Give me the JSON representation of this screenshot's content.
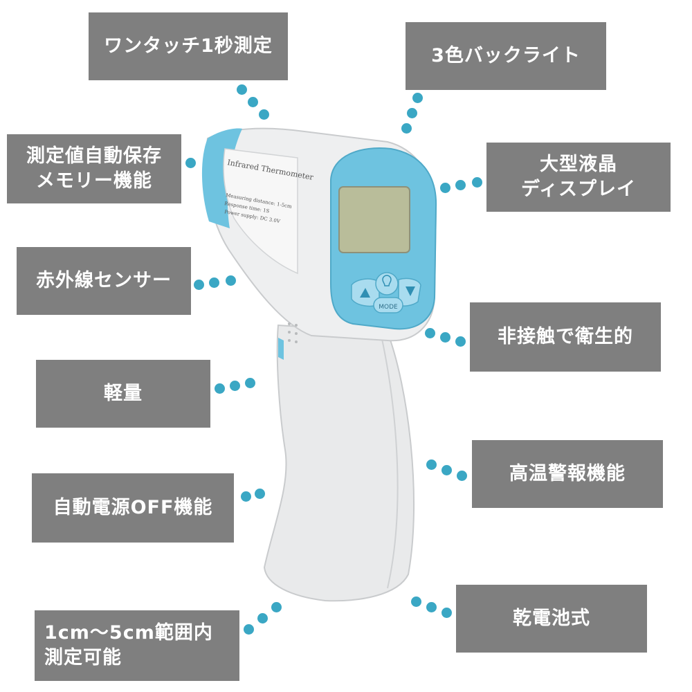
{
  "device": {
    "label_title": "Infrared Thermometer",
    "spec_lines": [
      "Measuring distance: 1-5cm",
      "Response time: 1S",
      "Power supply: DC 3.0V"
    ],
    "mode_button": "MODE"
  },
  "features": {
    "one_touch": "ワンタッチ1秒測定",
    "backlight": "3色バックライト",
    "memory_line1": "測定値自動保存",
    "memory_line2": "メモリー機能",
    "display_line1": "大型液晶",
    "display_line2": "ディスプレイ",
    "sensor": "赤外線センサー",
    "hygienic": "非接触で衛生的",
    "light": "軽量",
    "alarm": "高温警報機能",
    "auto_off": "自動電源OFF機能",
    "battery": "乾電池式",
    "range_line1": "1cm〜5cm範囲内",
    "range_line2": "測定可能"
  },
  "colors": {
    "label_bg": "#7f7f7f",
    "dot": "#3aa7c4",
    "accent_blue": "#6ec3e0",
    "lcd": "#b9bd9a"
  }
}
